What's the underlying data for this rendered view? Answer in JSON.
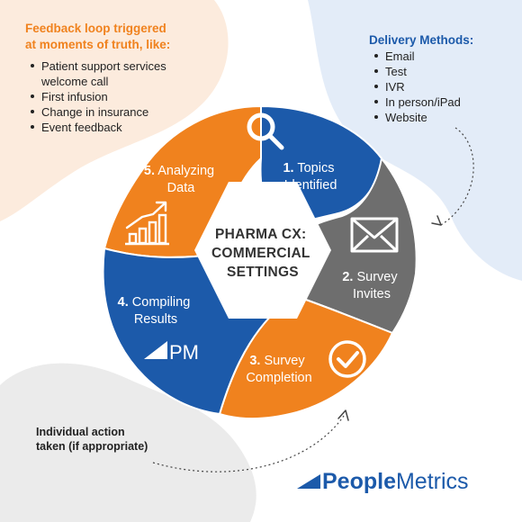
{
  "center_title": [
    "PHARMA CX:",
    "COMMERCIAL",
    "SETTINGS"
  ],
  "steps": [
    {
      "number": "1.",
      "label_lines": [
        "Topics",
        "Identified"
      ],
      "icon": "magnifier-icon"
    },
    {
      "number": "2.",
      "label_lines": [
        "Survey",
        "Invites"
      ],
      "icon": "envelope-icon"
    },
    {
      "number": "3.",
      "label_lines": [
        "Survey",
        "Completion"
      ],
      "icon": "checkmark-circle-icon"
    },
    {
      "number": "4.",
      "label_lines": [
        "Compiling",
        "Results"
      ],
      "icon": "pm-logo-icon"
    },
    {
      "number": "5.",
      "label_lines": [
        "Analyzing",
        "Data"
      ],
      "icon": "bar-chart-growth-icon"
    }
  ],
  "feedback_panel": {
    "title_lines": [
      "Feedback loop triggered",
      "at moments of truth, like:"
    ],
    "items": [
      [
        "Patient support services",
        "welcome call"
      ],
      [
        "First infusion"
      ],
      [
        "Change in insurance"
      ],
      [
        "Event feedback"
      ]
    ]
  },
  "delivery_panel": {
    "title": "Delivery Methods:",
    "items": [
      "Email",
      "Test",
      "IVR",
      "In person/iPad",
      "Website"
    ]
  },
  "action_note": [
    "Individual action",
    "taken (if appropriate)"
  ],
  "logo": {
    "bold": "People",
    "light": "Metrics"
  },
  "pm_icon_text": "PM",
  "colors": {
    "blue": "#1c5aaa",
    "orange": "#f0821e",
    "gray": "#6e6e6e",
    "light_blue_bg": "#e3ecf8",
    "peach_bg": "#fcebdd",
    "light_gray_bg": "#ebebeb",
    "dark_text": "#222222"
  }
}
